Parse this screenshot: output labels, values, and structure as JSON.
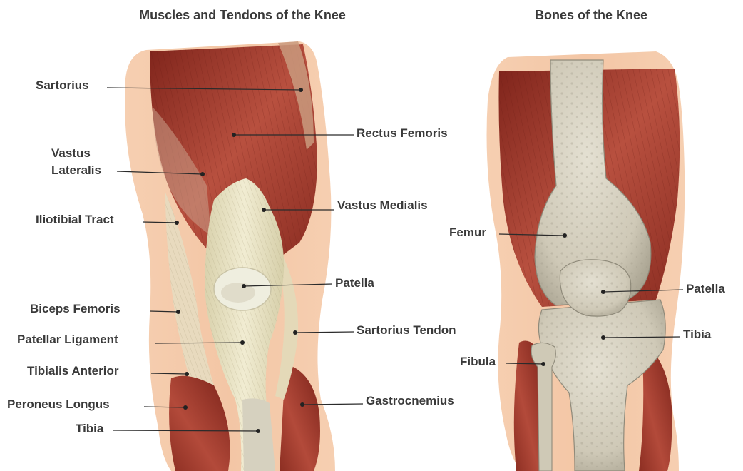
{
  "titles": {
    "left": "Muscles and Tendons of the Knee",
    "right": "Bones of the Knee"
  },
  "colors": {
    "skin": "#f1c3a2",
    "muscle_dark": "#8e2d22",
    "muscle_mid": "#b5483a",
    "tendon": "#e9e3c2",
    "bone": "#d8d3c2",
    "bone_shadow": "#b9b3a3",
    "label_text": "#3a3a3a"
  },
  "left_labels": {
    "sartorius": "Sartorius",
    "rectus_femoris": "Rectus Femoris",
    "vastus_lateralis_1": "Vastus",
    "vastus_lateralis_2": "Lateralis",
    "vastus_medialis": "Vastus Medialis",
    "iliotibial_tract": "Iliotibial Tract",
    "patella": "Patella",
    "biceps_femoris": "Biceps Femoris",
    "patellar_ligament": "Patellar Ligament",
    "sartorius_tendon": "Sartorius Tendon",
    "tibialis_anterior": "Tibialis Anterior",
    "peroneus_longus": "Peroneus Longus",
    "gastrocnemius": "Gastrocnemius",
    "tibia": "Tibia"
  },
  "right_labels": {
    "femur": "Femur",
    "patella": "Patella",
    "tibia": "Tibia",
    "fibula": "Fibula"
  }
}
